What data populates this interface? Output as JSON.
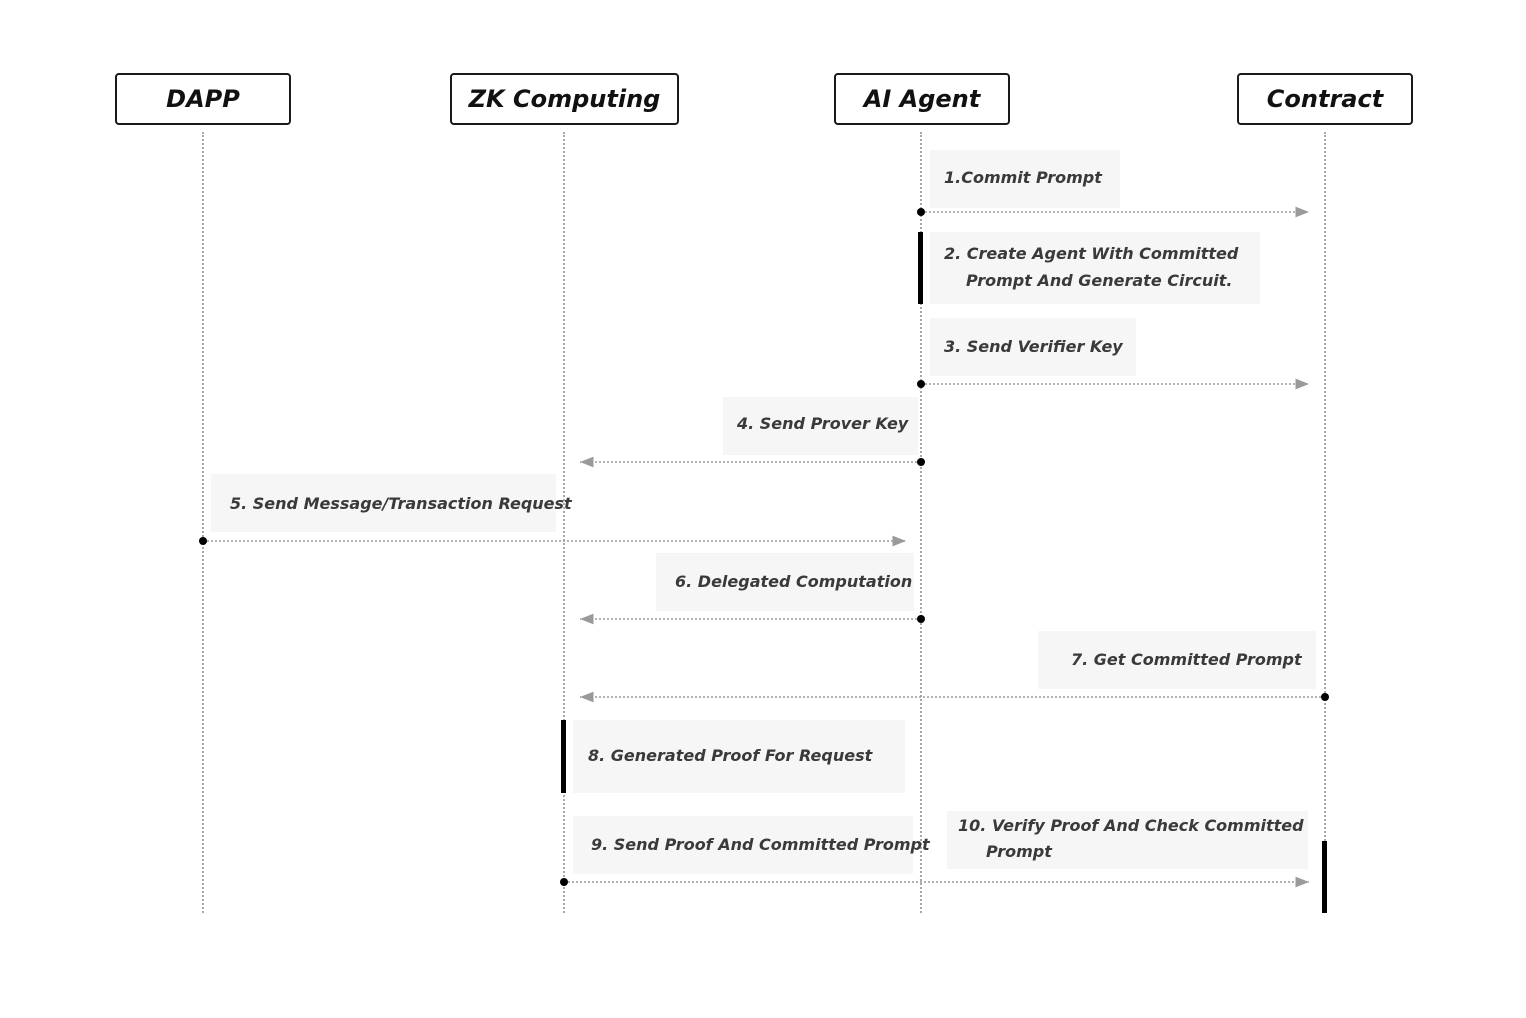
{
  "actors": {
    "dapp": "DAPP",
    "zk": "ZK Computing",
    "agent": "AI Agent",
    "contract": "Contract"
  },
  "messages": [
    {
      "id": 1,
      "from": "agent",
      "to": "contract",
      "text": "1.Commit Prompt"
    },
    {
      "id": 2,
      "self": "agent",
      "line1": "2. Create Agent With Committed",
      "line2": "Prompt And Generate Circuit."
    },
    {
      "id": 3,
      "from": "agent",
      "to": "contract",
      "text": "3. Send Verifier Key"
    },
    {
      "id": 4,
      "from": "agent",
      "to": "zk",
      "text": "4. Send Prover Key"
    },
    {
      "id": 5,
      "from": "dapp",
      "to": "agent",
      "text": "5. Send Message/Transaction Request"
    },
    {
      "id": 6,
      "from": "agent",
      "to": "zk",
      "text": "6.  Delegated Computation"
    },
    {
      "id": 7,
      "from": "contract",
      "to": "zk",
      "text": "7.  Get Committed Prompt"
    },
    {
      "id": 8,
      "self": "zk",
      "text": "8.  Generated Proof For Request"
    },
    {
      "id": 9,
      "from": "zk",
      "to": "contract",
      "text": "9.  Send Proof And Committed Prompt"
    },
    {
      "id": 10,
      "self": "contract",
      "line1": "10.  Verify Proof And Check Committed",
      "line2": "Prompt"
    }
  ],
  "colors": {
    "arrow": "#9a9a9a",
    "lifeline": "#a8a8a8",
    "dot": "#000000"
  }
}
